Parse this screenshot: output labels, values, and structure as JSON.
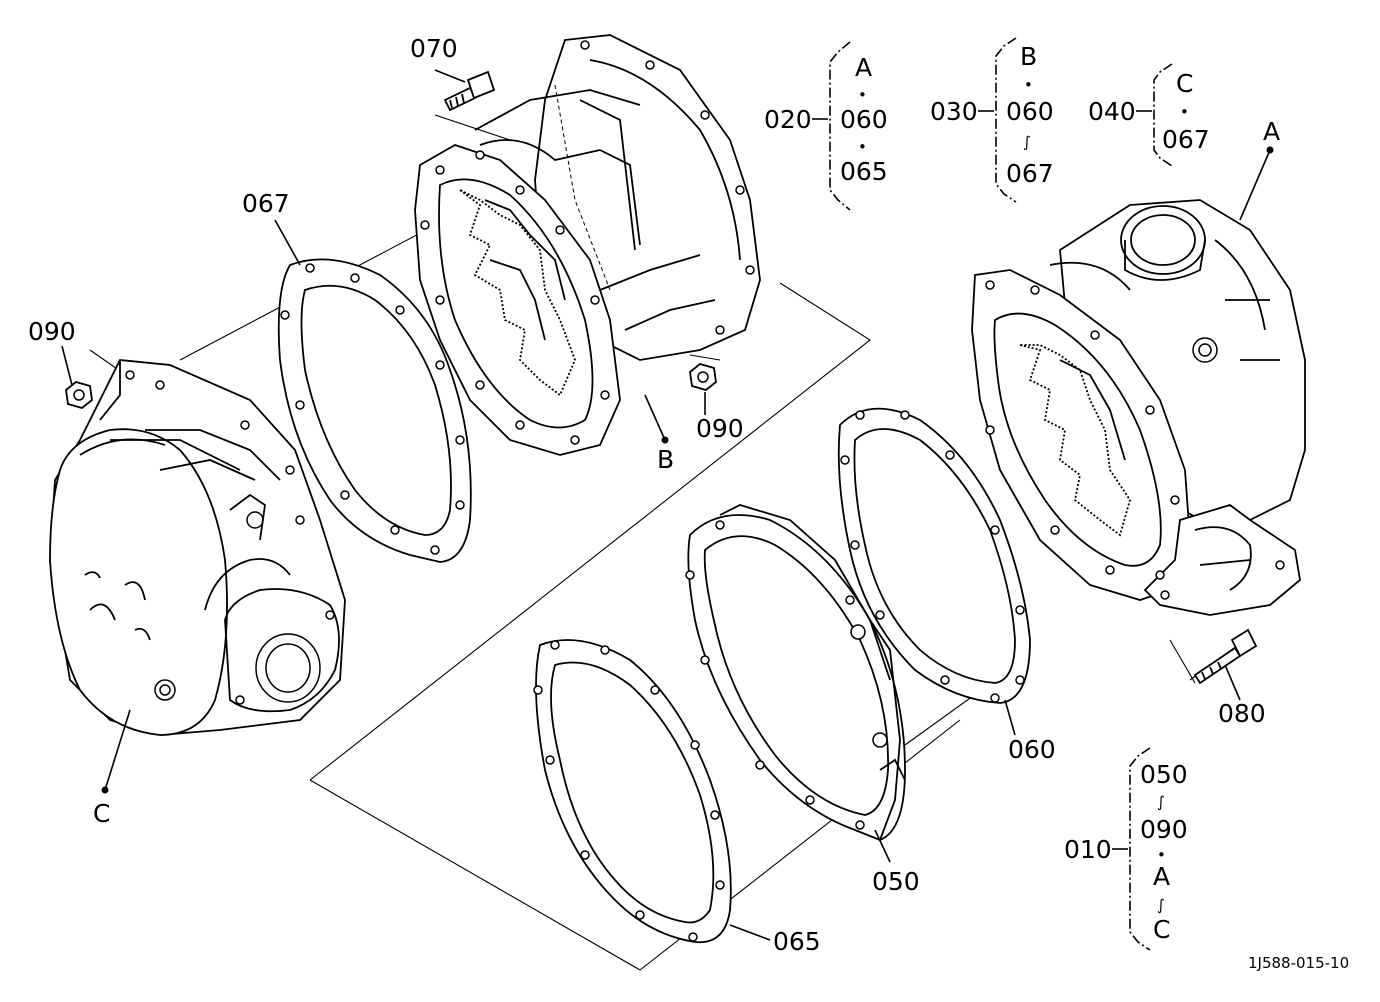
{
  "diagram": {
    "reference_code": "1J588-015-10",
    "callouts": {
      "p070": "070",
      "p067": "067",
      "p090_left": "090",
      "p090_mid": "090",
      "p060": "060",
      "p050": "050",
      "p065": "065",
      "p080": "080"
    },
    "points": {
      "a": "A",
      "b": "B",
      "c": "C"
    },
    "assemblies": {
      "g020": {
        "label": "020",
        "items": [
          "A",
          "•",
          "060",
          "•",
          "065"
        ]
      },
      "g030": {
        "label": "030",
        "items": [
          "B",
          "•",
          "060",
          "∫",
          "067"
        ]
      },
      "g040": {
        "label": "040",
        "items": [
          "C",
          "•",
          "067"
        ]
      },
      "g010": {
        "label": "010",
        "items": [
          "050",
          "∫",
          "090",
          "•",
          "A",
          "∫",
          "C"
        ]
      }
    }
  }
}
